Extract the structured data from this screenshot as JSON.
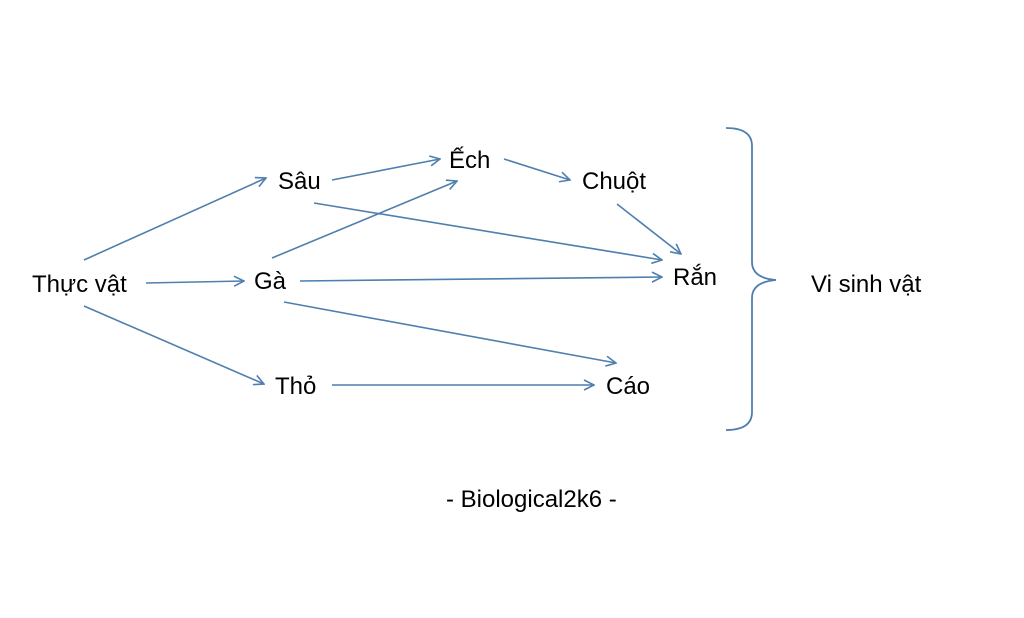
{
  "colors": {
    "arrow": "#4f7fae",
    "text": "#000000",
    "background": "#ffffff"
  },
  "nodes": {
    "thuc_vat": "Thực vật",
    "sau": "Sâu",
    "ga": "Gà",
    "tho": "Thỏ",
    "ech": "Ếch",
    "chuot": "Chuột",
    "ran": "Rắn",
    "cao": "Cáo",
    "vi_sinh_vat": "Vi sinh vật"
  },
  "edges": [
    {
      "from": "thuc_vat",
      "to": "sau"
    },
    {
      "from": "thuc_vat",
      "to": "ga"
    },
    {
      "from": "thuc_vat",
      "to": "tho"
    },
    {
      "from": "sau",
      "to": "ech"
    },
    {
      "from": "sau",
      "to": "ran"
    },
    {
      "from": "ga",
      "to": "ech"
    },
    {
      "from": "ga",
      "to": "ran"
    },
    {
      "from": "ga",
      "to": "cao"
    },
    {
      "from": "ech",
      "to": "chuot"
    },
    {
      "from": "chuot",
      "to": "ran"
    },
    {
      "from": "tho",
      "to": "cao"
    }
  ],
  "credit": "- Biological2k6 -"
}
